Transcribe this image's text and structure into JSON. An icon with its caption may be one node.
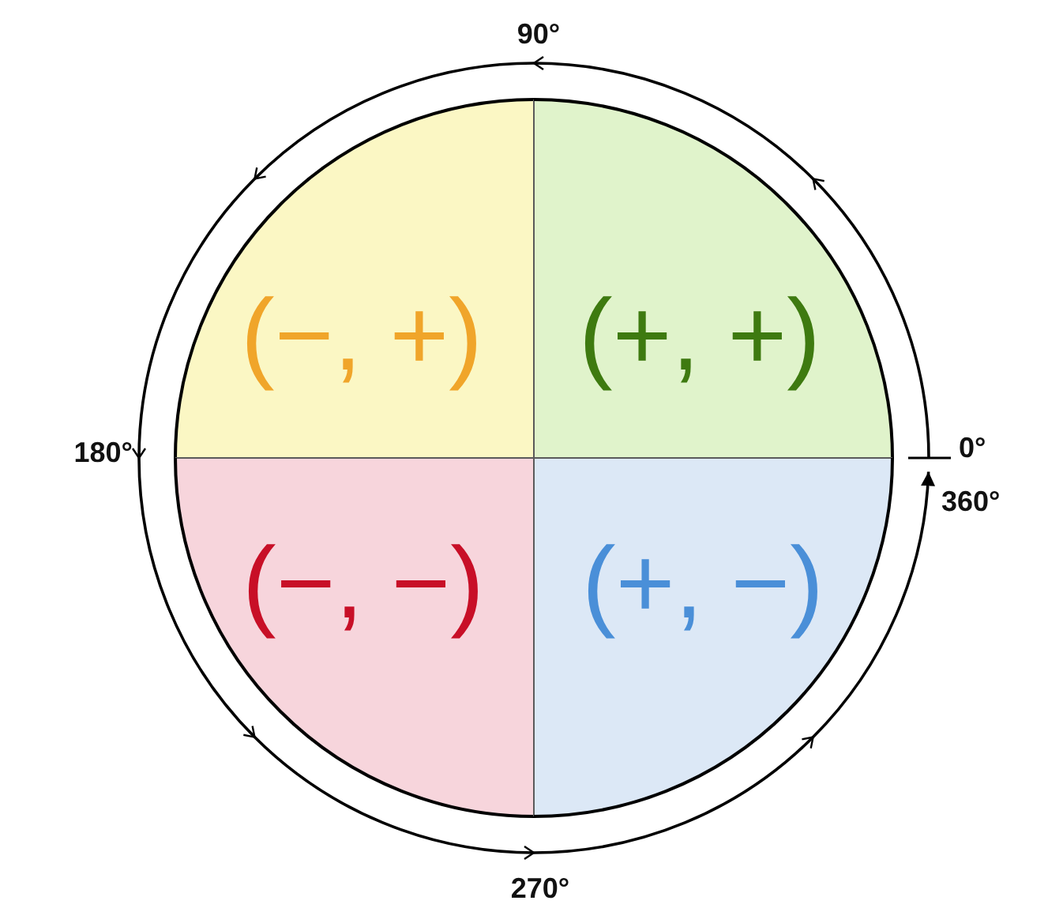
{
  "diagram": {
    "nodes": [
      {
        "text": [
          "(−, +)"
        ]
      },
      {
        "text": [
          "(+, +)"
        ]
      },
      {
        "text": [
          "(−, −)"
        ]
      },
      {
        "text": [
          "(+, −)"
        ]
      }
    ],
    "labels": [
      "90°",
      "180°",
      "0°",
      "360°",
      "270°"
    ]
  }
}
